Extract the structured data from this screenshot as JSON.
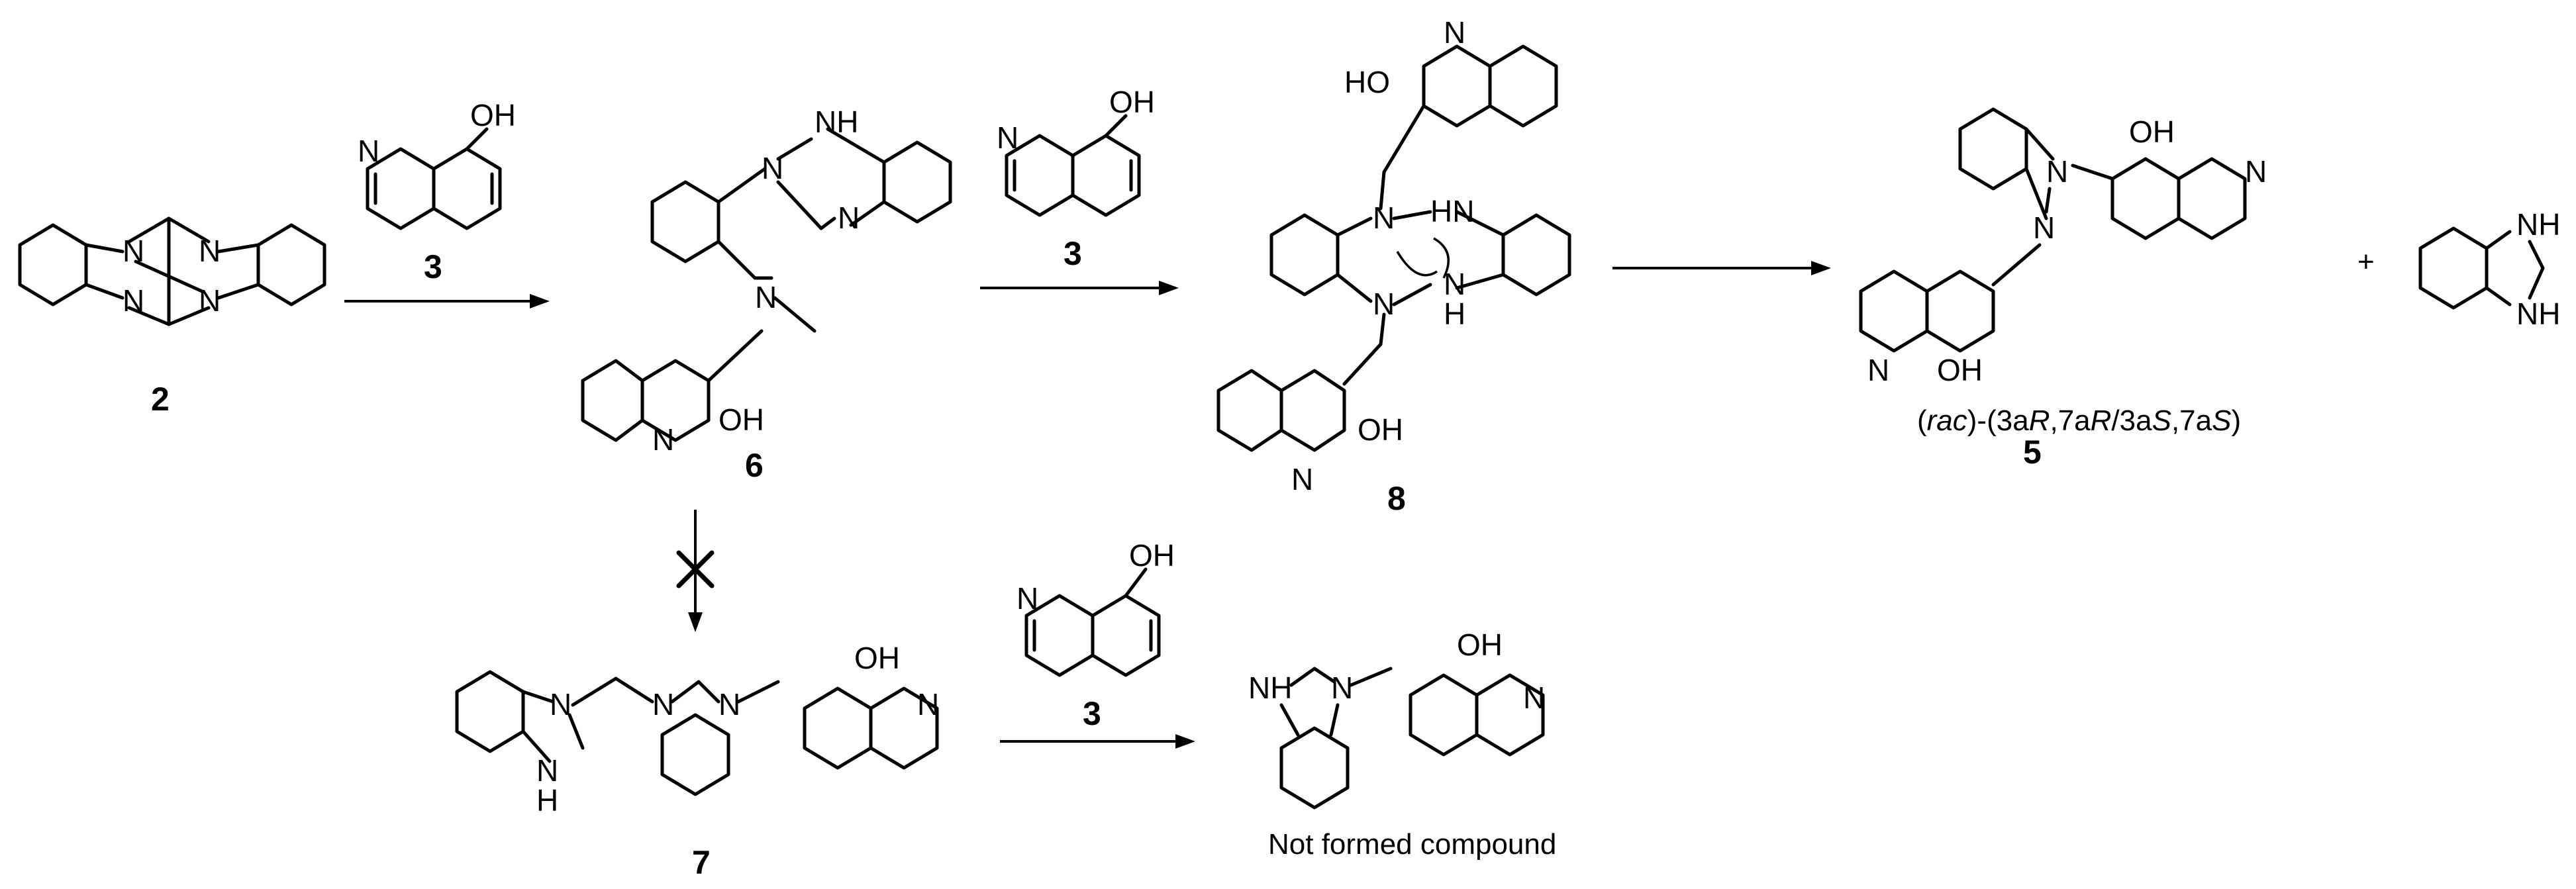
{
  "atoms": {
    "N": "N",
    "NH": "NH",
    "HN": "HN",
    "H": "H",
    "OH": "OH",
    "HO": "HO"
  },
  "labels": {
    "c2": "2",
    "c3": "3",
    "c6": "6",
    "c8": "8",
    "c5": "5",
    "c7": "7",
    "plus": "+"
  },
  "captions": {
    "stereo_prefix": "rac",
    "stereo_open": "(",
    "stereo_rest": ")-(3a",
    "stereo_R1": "R",
    "stereo_mid1": ",7a",
    "stereo_R2": "R",
    "stereo_slash": "/3a",
    "stereo_S1": "S",
    "stereo_mid2": ",7a",
    "stereo_S2": "S",
    "stereo_close": ")",
    "not_formed": "Not formed compound"
  },
  "arrows": {
    "blocked_mark": "X"
  }
}
